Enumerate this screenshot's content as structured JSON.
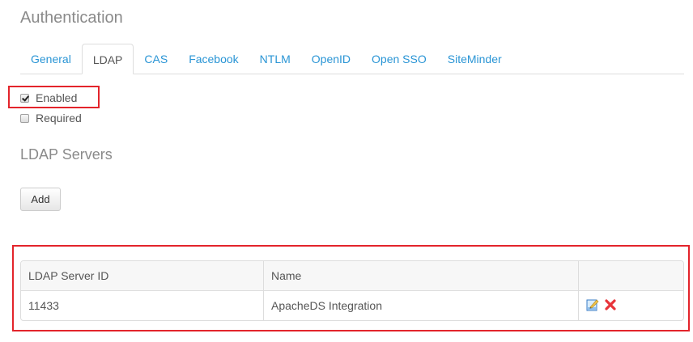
{
  "page": {
    "title": "Authentication"
  },
  "tabs": [
    {
      "label": "General",
      "active": false
    },
    {
      "label": "LDAP",
      "active": true
    },
    {
      "label": "CAS",
      "active": false
    },
    {
      "label": "Facebook",
      "active": false
    },
    {
      "label": "NTLM",
      "active": false
    },
    {
      "label": "OpenID",
      "active": false
    },
    {
      "label": "Open SSO",
      "active": false
    },
    {
      "label": "SiteMinder",
      "active": false
    }
  ],
  "options": {
    "enabled": {
      "label": "Enabled",
      "checked": true
    },
    "required": {
      "label": "Required",
      "checked": false
    }
  },
  "servers": {
    "title": "LDAP Servers",
    "add_label": "Add",
    "columns": [
      "LDAP Server ID",
      "Name",
      ""
    ],
    "rows": [
      {
        "id": "11433",
        "name": "ApacheDS Integration",
        "actions": [
          "edit-icon",
          "delete-icon"
        ]
      }
    ]
  },
  "colors": {
    "link": "#2a95d5",
    "highlight": "#e3242b",
    "delete": "#e8343a"
  }
}
